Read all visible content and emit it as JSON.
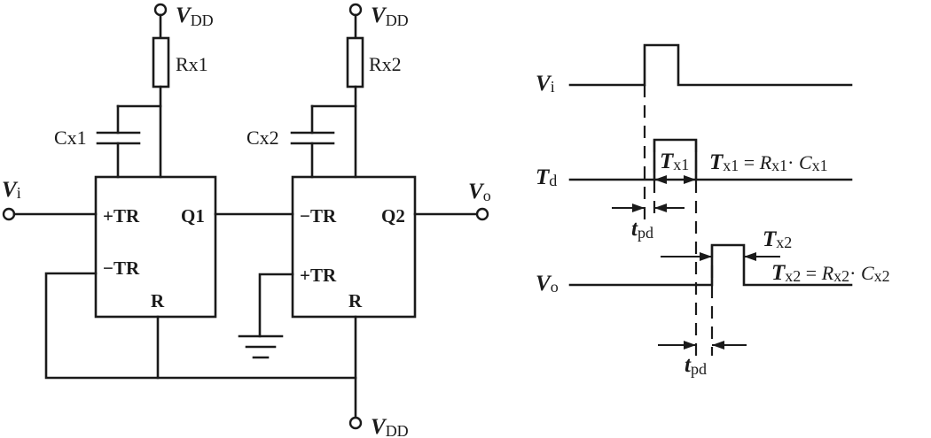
{
  "circuit": {
    "supply_top_left": {
      "main": "V",
      "sub": "DD"
    },
    "supply_top_right": {
      "main": "V",
      "sub": "DD"
    },
    "supply_bottom": {
      "main": "V",
      "sub": "DD"
    },
    "resistor_1": "Rx1",
    "resistor_2": "Rx2",
    "capacitor_1": "Cx1",
    "capacitor_2": "Cx2",
    "input": {
      "main": "V",
      "sub": "i"
    },
    "output": {
      "main": "V",
      "sub": "o"
    },
    "chip_1": {
      "pin_trig_pos": "+TR",
      "pin_trig_neg": "−TR",
      "pin_out": "Q1",
      "pin_reset": "R"
    },
    "chip_2": {
      "pin_trig_neg": "−TR",
      "pin_trig_pos": "+TR",
      "pin_out": "Q2",
      "pin_reset": "R"
    }
  },
  "timing": {
    "vi": {
      "main": "V",
      "sub": "i"
    },
    "td": {
      "main": "T",
      "sub": "d"
    },
    "vo": {
      "main": "V",
      "sub": "o"
    },
    "tx1": {
      "main": "T",
      "sub": "x1"
    },
    "tx2": {
      "main": "T",
      "sub": "x2"
    },
    "tpd_1": {
      "main": "t",
      "sub": "pd"
    },
    "tpd_2": {
      "main": "t",
      "sub": "pd"
    },
    "eq1": {
      "lhs_main": "T",
      "lhs_sub": "x1",
      "eq": " = ",
      "r_main": "R",
      "r_sub": "x1",
      "dot": "· ",
      "c_main": "C",
      "c_sub": "x1"
    },
    "eq2": {
      "lhs_main": "T",
      "lhs_sub": "x2",
      "eq": " = ",
      "r_main": "R",
      "r_sub": "x2",
      "dot": "· ",
      "c_main": "C",
      "c_sub": "x2"
    }
  }
}
